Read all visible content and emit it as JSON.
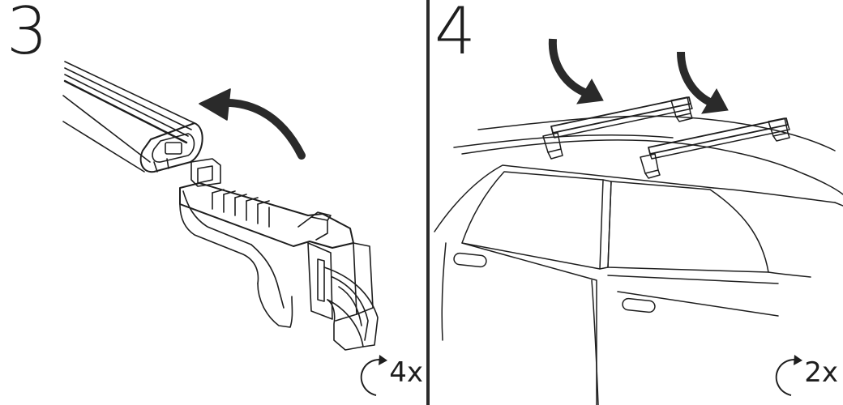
{
  "steps": [
    {
      "number": "3",
      "repeat": "4x"
    },
    {
      "number": "4",
      "repeat": "2x"
    }
  ],
  "colors": {
    "line": "#1e1e1e",
    "arrow": "#2a2a2a",
    "background": "#ffffff"
  }
}
